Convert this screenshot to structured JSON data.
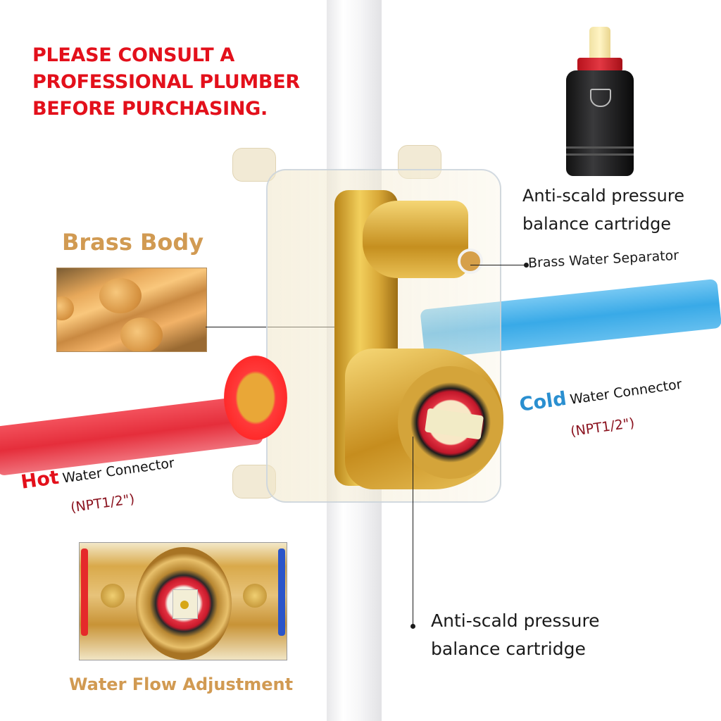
{
  "warning": {
    "lines": [
      "PLEASE CONSULT A",
      "PROFESSIONAL PLUMBER",
      "BEFORE PURCHASING."
    ],
    "color": "#e3101b"
  },
  "callouts": {
    "cartridge_top": {
      "lines": [
        "Anti-scald pressure",
        "balance cartridge"
      ]
    },
    "brass_body": {
      "title": "Brass Body",
      "color": "#d19a52"
    },
    "separator": {
      "label": "Brass Water Separator"
    },
    "cold": {
      "temp": "Cold",
      "connector": "Water Connector",
      "npt": "(NPT1/2\")",
      "color": "#2a8fd0"
    },
    "hot": {
      "temp": "Hot",
      "connector": "Water Connector",
      "npt": "(NPT1/2\")",
      "color": "#e3101b"
    },
    "flow_adjustment": {
      "label": "Water Flow Adjustment",
      "color": "#d19a52"
    },
    "cartridge_bottom": {
      "lines": [
        "Anti-scald pressure",
        "balance cartridge"
      ]
    }
  },
  "colors": {
    "npt_text": "#8b1420",
    "label_text": "#1a1a1a",
    "hot_pipe": "#e52e3b",
    "cold_pipe": "#2ea5e6",
    "brass": "#d8a737"
  }
}
